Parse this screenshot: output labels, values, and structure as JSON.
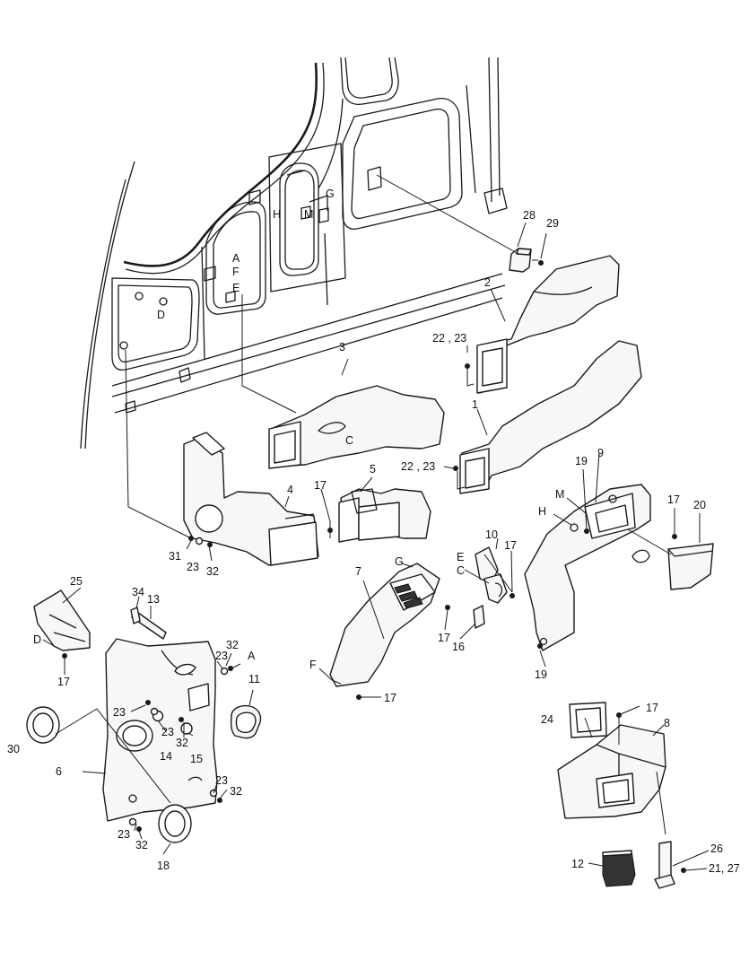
{
  "labels": {
    "cab_A": "A",
    "cab_F": "F",
    "cab_E": "E",
    "cab_D": "D",
    "cab_G": "G",
    "cab_H": "H",
    "cab_M": "M",
    "cab_C": "C",
    "l1": "1",
    "l2": "2",
    "l3": "3",
    "l4": "4",
    "l5": "5",
    "l6": "6",
    "l7": "7",
    "l8": "8",
    "l9": "9",
    "l10": "10",
    "l11": "11",
    "l12": "12",
    "l13": "13",
    "l14": "14",
    "l15": "15",
    "l16": "16",
    "l17a": "17",
    "l17b": "17",
    "l17c": "17",
    "l17d": "17",
    "l17e": "17",
    "l17f": "17",
    "l17g": "17",
    "l18": "18",
    "l19a": "19",
    "l19b": "19",
    "l20": "20",
    "l21_27": "21, 27",
    "l22_23a": "22 , 23",
    "l22_23b": "22 , 23",
    "l23a": "23",
    "l23b": "23",
    "l23c": "23",
    "l23d": "23",
    "l23e": "23",
    "l23f": "23",
    "l24": "24",
    "l25": "25",
    "l26": "26",
    "l28": "28",
    "l29": "29",
    "l30": "30",
    "l31": "31",
    "l32a": "32",
    "l32b": "32",
    "l32c": "32",
    "l32d": "32",
    "l32e": "32",
    "l34": "34",
    "p9_M": "M",
    "p9_H": "H",
    "p10_E": "E",
    "p10_C": "C",
    "p7_G": "G",
    "p7_F": "F",
    "p6_A": "A",
    "p25_D": "D"
  }
}
